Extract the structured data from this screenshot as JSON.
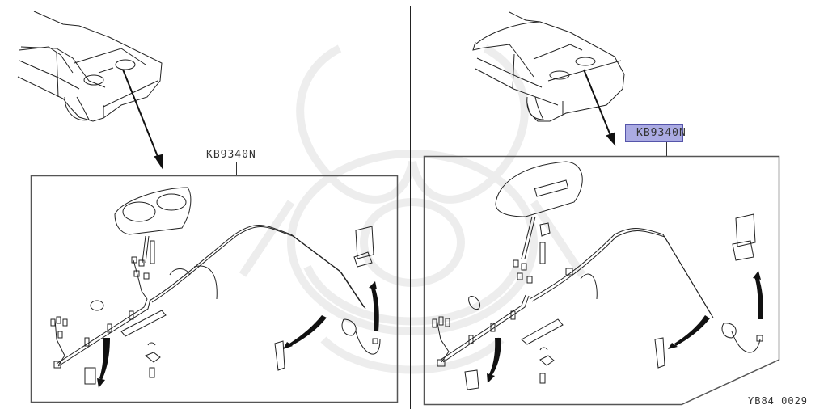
{
  "diagram": {
    "left_panel": {
      "part_label": "KB9340N"
    },
    "right_panel": {
      "part_label": "KB9340N",
      "highlighted_text": "KB934",
      "highlight_color": "#6666cc"
    },
    "figure_code": "YB84 0029",
    "colors": {
      "line": "#222222",
      "frame": "#555555",
      "watermark": "#eeeeee"
    }
  }
}
